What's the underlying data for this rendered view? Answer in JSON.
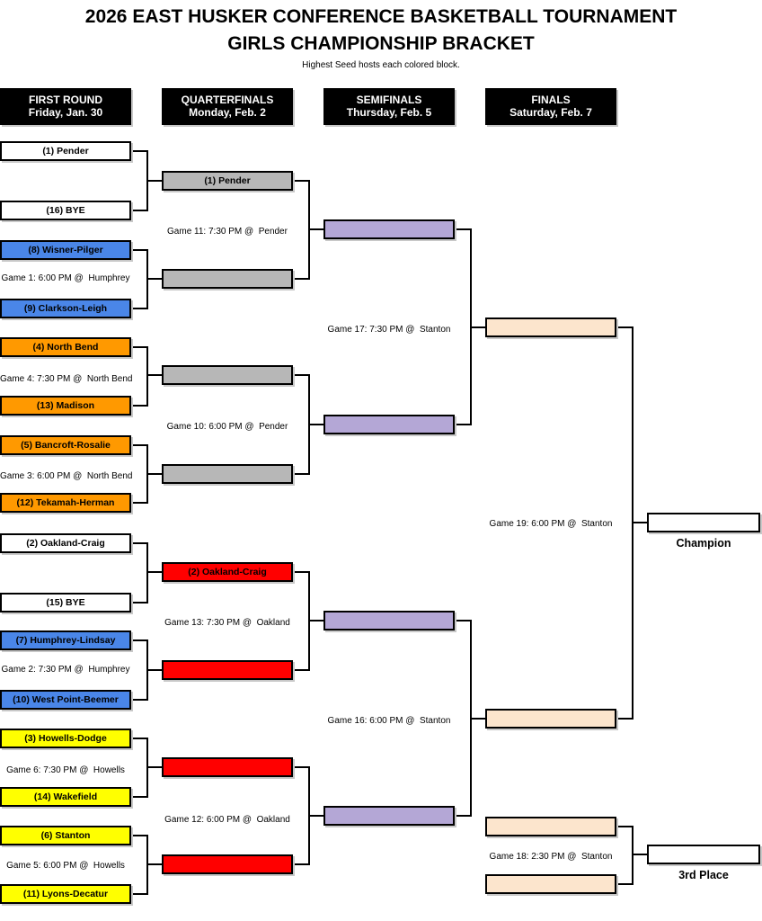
{
  "page": {
    "title_line1": "2026 EAST HUSKER CONFERENCE BASKETBALL TOURNAMENT",
    "title_line2": "GIRLS CHAMPIONSHIP BRACKET",
    "subtitle": "Highest Seed hosts each colored block."
  },
  "colors": {
    "connector": "#000000",
    "header_bg": "#000000",
    "header_text": "#ffffff",
    "blue": "#4a86e8",
    "orange": "#ff9900",
    "yellow": "#ffff00",
    "gray": "#b7b7b7",
    "red": "#ff0000",
    "purple": "#b4a7d6",
    "peach": "#fce5cd",
    "white": "#ffffff"
  },
  "rounds": [
    {
      "name": "FIRST ROUND",
      "date": "Friday, Jan. 30"
    },
    {
      "name": "QUARTERFINALS",
      "date": "Monday, Feb. 2"
    },
    {
      "name": "SEMIFINALS",
      "date": "Thursday, Feb. 5"
    },
    {
      "name": "FINALS",
      "date": "Saturday, Feb. 7"
    }
  ],
  "first_round": {
    "slots": [
      {
        "label": "(1) Pender",
        "color": "#ffffff"
      },
      {
        "label": "(16) BYE",
        "color": "#ffffff"
      },
      {
        "label": "(8) Wisner-Pilger",
        "color": "#4a86e8"
      },
      {
        "label": "(9) Clarkson-Leigh",
        "color": "#4a86e8"
      },
      {
        "label": "(4) North Bend",
        "color": "#ff9900"
      },
      {
        "label": "(13) Madison",
        "color": "#ff9900"
      },
      {
        "label": "(5) Bancroft-Rosalie",
        "color": "#ff9900"
      },
      {
        "label": "(12) Tekamah-Herman",
        "color": "#ff9900"
      },
      {
        "label": "(2) Oakland-Craig",
        "color": "#ffffff"
      },
      {
        "label": "(15) BYE",
        "color": "#ffffff"
      },
      {
        "label": "(7) Humphrey-Lindsay",
        "color": "#4a86e8"
      },
      {
        "label": "(10) West Point-Beemer",
        "color": "#4a86e8"
      },
      {
        "label": "(3) Howells-Dodge",
        "color": "#ffff00"
      },
      {
        "label": "(14) Wakefield",
        "color": "#ffff00"
      },
      {
        "label": "(6) Stanton",
        "color": "#ffff00"
      },
      {
        "label": "(11) Lyons-Decatur",
        "color": "#ffff00"
      }
    ],
    "games": [
      "Game 1: 6:00 PM @  Humphrey",
      "Game 4: 7:30 PM @  North Bend",
      "Game 3: 6:00 PM @  North Bend",
      "Game 2: 7:30 PM @  Humphrey",
      "Game 6: 7:30 PM @  Howells",
      "Game 5: 6:00 PM @  Howells"
    ]
  },
  "quarterfinals": {
    "slots": [
      {
        "label": "(1) Pender",
        "color": "#b7b7b7"
      },
      {
        "label": "",
        "color": "#b7b7b7"
      },
      {
        "label": "",
        "color": "#b7b7b7"
      },
      {
        "label": "",
        "color": "#b7b7b7"
      },
      {
        "label": "(2) Oakland-Craig",
        "color": "#ff0000"
      },
      {
        "label": "",
        "color": "#ff0000"
      },
      {
        "label": "",
        "color": "#ff0000"
      },
      {
        "label": "",
        "color": "#ff0000"
      }
    ],
    "games": [
      "Game 11: 7:30 PM @  Pender",
      "Game 10: 6:00 PM @  Pender",
      "Game 13: 7:30 PM @  Oakland",
      "Game 12: 6:00 PM @  Oakland"
    ]
  },
  "semifinals": {
    "slots": [
      {
        "label": "",
        "color": "#b4a7d6"
      },
      {
        "label": "",
        "color": "#b4a7d6"
      },
      {
        "label": "",
        "color": "#b4a7d6"
      },
      {
        "label": "",
        "color": "#b4a7d6"
      }
    ],
    "games": [
      "Game 17: 7:30 PM @  Stanton",
      "Game 16: 6:00 PM @  Stanton"
    ]
  },
  "finals": {
    "slots": [
      {
        "label": "",
        "color": "#fce5cd"
      },
      {
        "label": "",
        "color": "#fce5cd"
      }
    ],
    "game": "Game 19: 6:00 PM @  Stanton",
    "champion_slot": {
      "label": "",
      "color": "#ffffff"
    },
    "champion_caption": "Champion"
  },
  "third_place": {
    "slots": [
      {
        "label": "",
        "color": "#fce5cd"
      },
      {
        "label": "",
        "color": "#fce5cd"
      }
    ],
    "game": "Game 18: 2:30 PM @  Stanton",
    "slot_final": {
      "label": "",
      "color": "#ffffff"
    },
    "caption": "3rd Place"
  }
}
